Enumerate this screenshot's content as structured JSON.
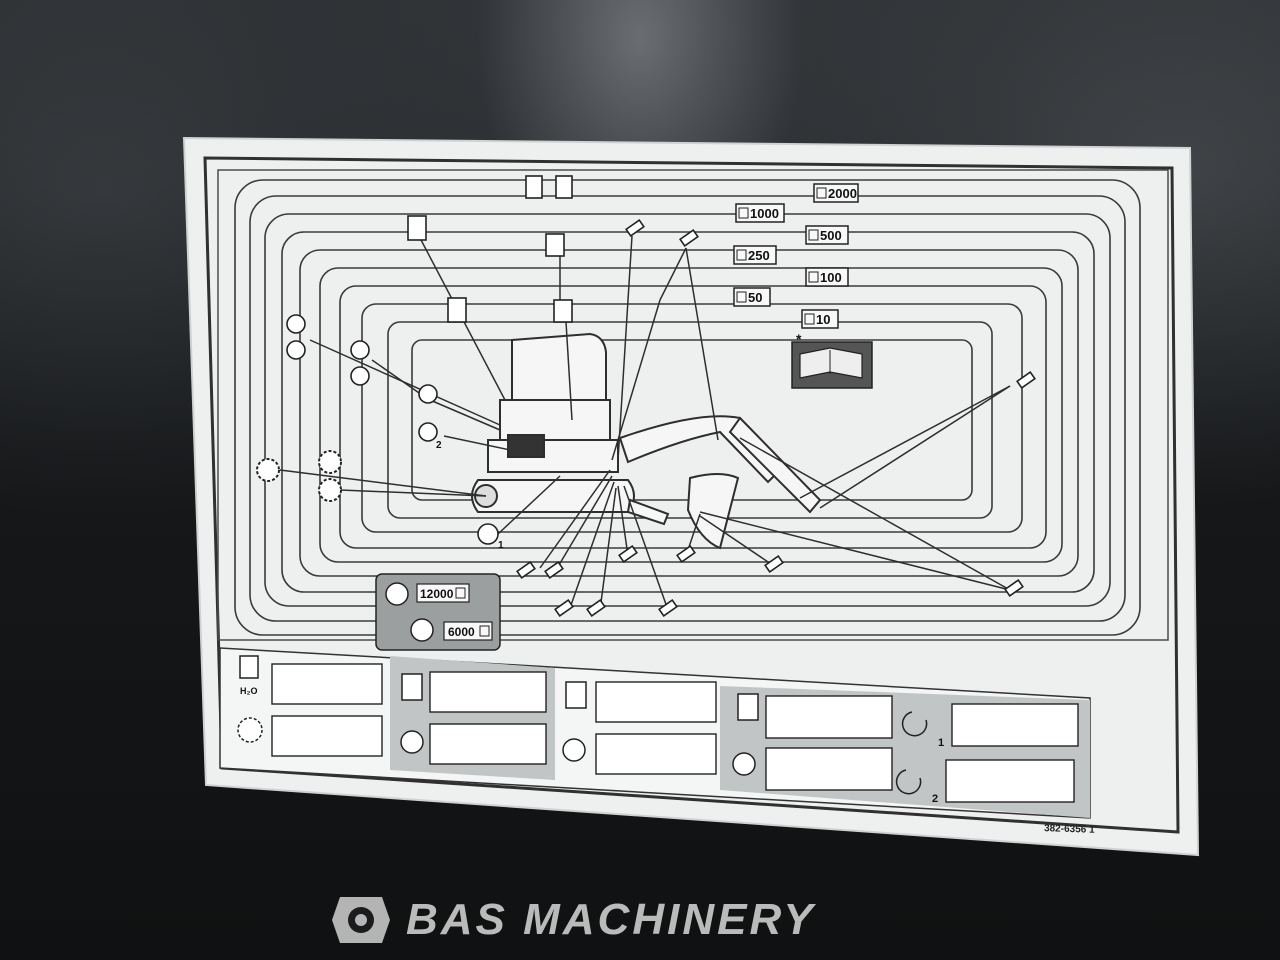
{
  "decal": {
    "intervals": {
      "i2000": "2000",
      "i1000": "1000",
      "i500": "500",
      "i250": "250",
      "i100": "100",
      "i50": "50",
      "i10": "10"
    },
    "long_intervals": {
      "coolant": "12000",
      "coolant_additive": "6000"
    },
    "sub_labels": {
      "one": "1",
      "two": "2",
      "h2o": "H₂O"
    },
    "manual_mark": "*",
    "part_number": "382-6356 1"
  },
  "watermark": {
    "text": "BAS MACHINERY"
  },
  "colors": {
    "decal_background": "#f2f3f3",
    "decal_lines": "#3a3a3a",
    "legend_panel": "#b9bcbc",
    "steel_panel": "#16181a"
  },
  "icons": [
    "fuel-pump-icon",
    "hydraulic-tank-icon",
    "oil-drop-icon",
    "gear-icon",
    "grease-gun-icon",
    "manual-icon",
    "check-box-icon"
  ]
}
